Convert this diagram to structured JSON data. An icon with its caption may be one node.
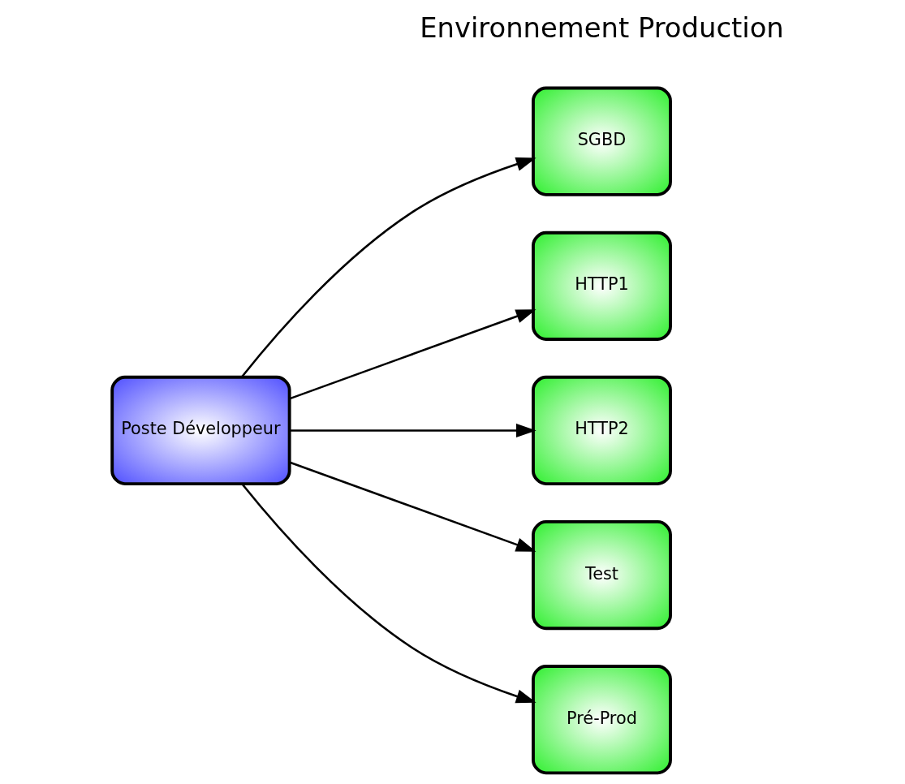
{
  "diagram": {
    "nodes": [
      {
        "text": [
          "Poste Développeur"
        ]
      },
      {
        "text": [
          "SGBD"
        ]
      },
      {
        "text": [
          "HTTP1"
        ]
      },
      {
        "text": [
          "HTTP2"
        ]
      },
      {
        "text": [
          "Test"
        ]
      },
      {
        "text": [
          "Pré-Prod"
        ]
      }
    ],
    "edges": [
      {
        "from": 0,
        "to": 1,
        "arrow": "to"
      },
      {
        "from": 0,
        "to": 2,
        "arrow": "to"
      },
      {
        "from": 0,
        "to": 3,
        "arrow": "to"
      },
      {
        "from": 0,
        "to": 4,
        "arrow": "to"
      },
      {
        "from": 0,
        "to": 5,
        "arrow": "to"
      }
    ],
    "labels": [
      "Environnement Production"
    ]
  }
}
